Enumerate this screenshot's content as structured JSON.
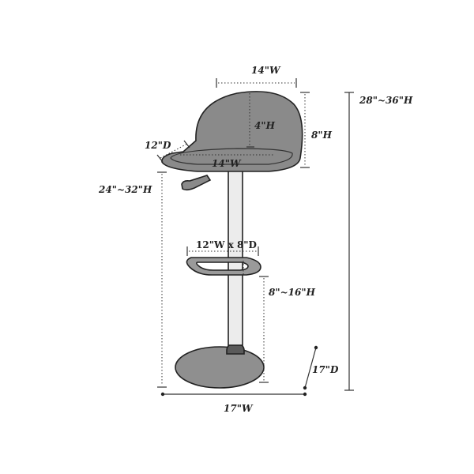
{
  "dimensions": {
    "seat_back_width": "14\"W",
    "seat_back_height": "4\"H",
    "seat_total_height": "8\"H",
    "seat_depth": "12\"D",
    "seat_width": "14\"W",
    "seat_height_range": "24\"~32\"H",
    "overall_height_range": "28\"~36\"H",
    "footrest_size": "12\"W x 8\"D",
    "footrest_height_range": "8\"~16\"H",
    "base_depth": "17\"D",
    "base_width": "17\"W"
  },
  "colors": {
    "seat_fill": "#8a8a8a",
    "base_fill": "#8f8f8f",
    "pole_fill": "#ececec",
    "footrest_fill": "#9a9a9a",
    "outline": "#222222"
  }
}
